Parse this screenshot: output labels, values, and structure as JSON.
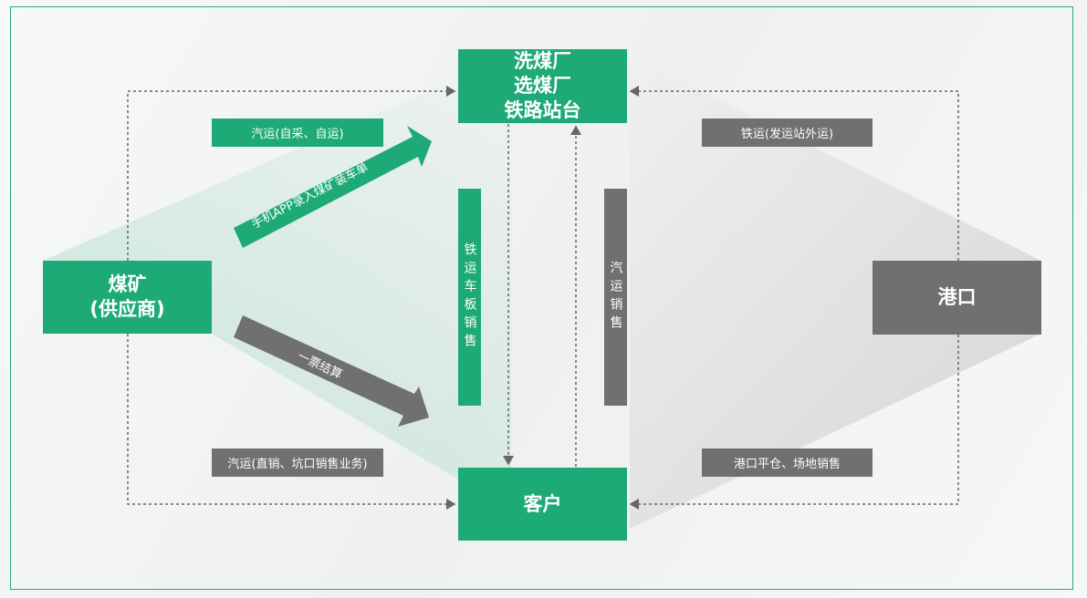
{
  "nodes": {
    "plant": [
      "洗煤厂",
      "选煤厂",
      "铁路站台"
    ],
    "mine": [
      "煤矿",
      "(供应商)"
    ],
    "port": "港口",
    "customer": "客户"
  },
  "labels": {
    "truck_self": "汽运(自采、自运)",
    "rail_out": "铁运(发运站外运)",
    "truck_direct": "汽运(直销、坑口销售业务)",
    "port_sales": "港口平仓、场地销售",
    "rail_sales": "铁运车板销售",
    "truck_sales": "汽运销售"
  },
  "arrows": {
    "app_entry": "手机APP录入煤矿装车单",
    "settlement": "一票结算"
  },
  "colors": {
    "green": "#1eaa77",
    "gray": "#707070",
    "dash": "#666666"
  }
}
